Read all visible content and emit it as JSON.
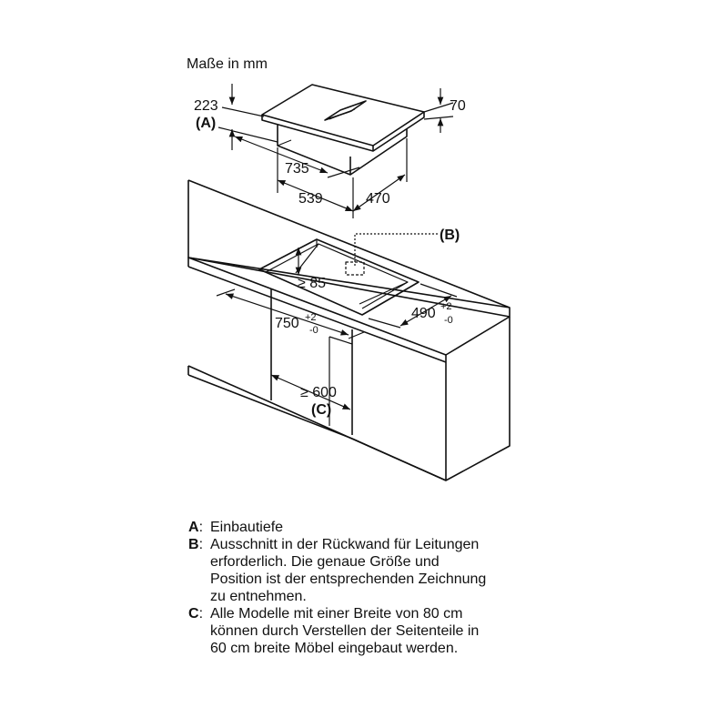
{
  "units_label": "Maße in mm",
  "hob_dimensions": {
    "total_depth": "223",
    "total_depth_key": "(A)",
    "height": "70",
    "width": "735",
    "depth_upper": "539",
    "depth_lower": "470"
  },
  "cutout_dimensions": {
    "rear_marker": "(B)",
    "min_clearance": "≥ 85",
    "width_main": "750",
    "width_sup": "+2",
    "width_sub": "-0",
    "depth_main": "490",
    "depth_sup": "+2",
    "depth_sub": "-0",
    "cabinet_width": "≥ 600",
    "cabinet_marker": "(C)"
  },
  "legend": [
    {
      "key": "A",
      "text": "Einbautiefe"
    },
    {
      "key": "B",
      "text": "Ausschnitt in der Rückwand für Leitungen\nerforderlich. Die genaue Größe und\nPosition ist der entsprechenden Zeichnung\nzu entnehmen."
    },
    {
      "key": "C",
      "text": "Alle Modelle mit einer Breite von 80 cm\nkönnen durch Verstellen der Seitenteile in\n60 cm breite Möbel eingebaut werden."
    }
  ]
}
